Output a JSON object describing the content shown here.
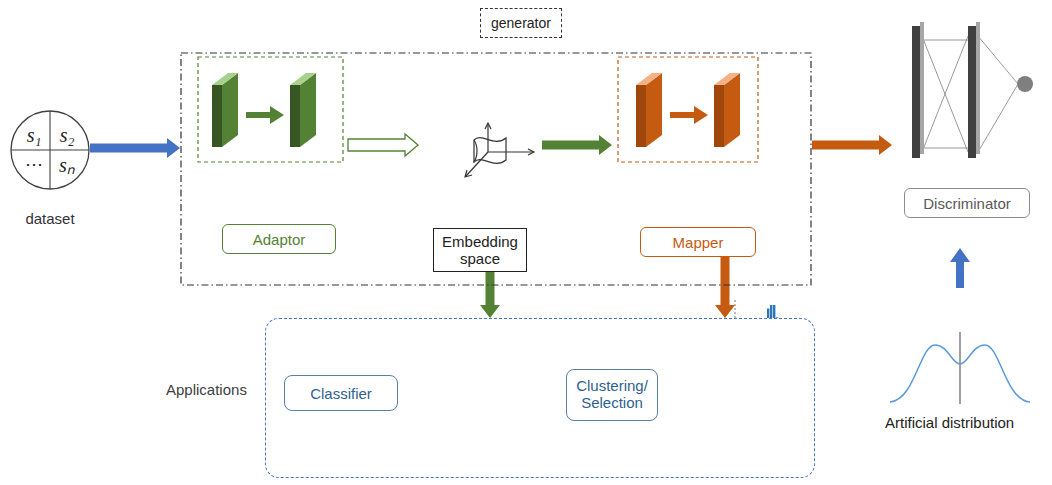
{
  "diagram": {
    "nodes": [
      {
        "text": [
          "s₁",
          "s₂",
          "⋯",
          "sₙ",
          "dataset"
        ]
      },
      {
        "text": [
          "generator"
        ]
      },
      {
        "text": [
          "Adaptor"
        ],
        "in": 1
      },
      {
        "text": [
          "Embedding space"
        ],
        "in": 1
      },
      {
        "text": [
          "Mapper"
        ],
        "in": 1
      },
      {
        "text": [
          "Discriminator"
        ]
      },
      {
        "text": [
          "Applications"
        ]
      },
      {
        "text": [
          "Classifier"
        ],
        "in": 6
      },
      {
        "text": [
          "Clustering/ Selection"
        ],
        "in": 6
      }
    ],
    "edges": [
      {
        "from": 0,
        "to": 1,
        "arrow": "to"
      },
      {
        "from": 2,
        "to": 3,
        "arrow": "to"
      },
      {
        "from": 3,
        "to": 4,
        "arrow": "to"
      },
      {
        "from": 1,
        "to": 5,
        "arrow": "to"
      },
      {
        "from": 3,
        "to": 6,
        "arrow": "to"
      },
      {
        "from": 4,
        "to": 6,
        "arrow": "to"
      }
    ],
    "labels": [
      "Artificial distribution"
    ]
  }
}
